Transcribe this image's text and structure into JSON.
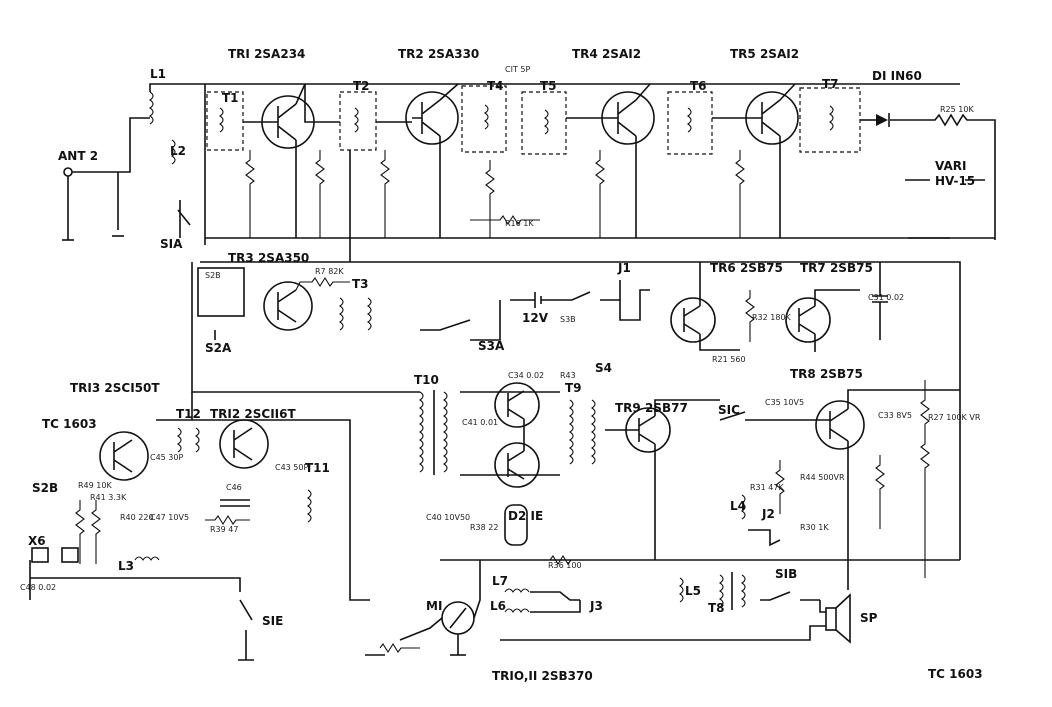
{
  "transistors": {
    "tr1": "TRI 2SA234",
    "tr2": "TR2 2SA330",
    "tr4": "TR4 2SAI2",
    "tr5": "TR5 2SAI2",
    "tr3": "TR3 2SA350",
    "tr6": "TR6 2SB75",
    "tr7": "TR7 2SB75",
    "tr13": "TRI3 2SCI50T",
    "tr12": "TRI2 2SCII6T",
    "tr9": "TR9 2SB77",
    "tr8": "TR8 2SB75",
    "tr10_11": "TRIO,II 2SB370"
  },
  "transformers": {
    "t1": "T1",
    "t2": "T2",
    "t4": "T4",
    "t5": "T5",
    "t6": "T6",
    "t7": "T7",
    "t3": "T3",
    "t10": "T10",
    "t8": "T8",
    "t9": "T9",
    "t11": "T11",
    "t12": "T12"
  },
  "components": {
    "diode": "DI IN60",
    "r25": "R25 10K",
    "vari": "VARI",
    "hv": "HV-15",
    "ant": "ANT 2",
    "l1": "L1",
    "l2": "L2",
    "l3": "L3",
    "l4": "L4",
    "l5": "L5",
    "l6": "L6",
    "l7": "L7",
    "c_cit": "CIT 5P",
    "tc1603_left": "TC 1603",
    "tc1603_right": "TC 1603",
    "r7": "R7 82K",
    "battery": "12V",
    "s2b_top": "S2B",
    "s3a": "S3A",
    "s2a": "S2A",
    "s1a": "SIA",
    "s1e": "SIE",
    "s1b": "SIB",
    "s1c": "SIC",
    "s2b_left": "S2B",
    "s4": "S4",
    "j1": "J1",
    "j2": "J2",
    "j3": "J3",
    "m1": "MI",
    "sp": "SP",
    "r43": "R43",
    "c34": "C34 0.02",
    "c35": "C35 10V5",
    "c33": "C33 8V5",
    "r27": "R27 100K VR",
    "c31": "C31 0.02",
    "r21": "R21 560",
    "r32": "R32 180K",
    "r44": "R44 500VR",
    "r31": "R31 47K",
    "r30": "R30 1K",
    "r36": "R36 100",
    "r39": "R39 47",
    "c46": "C46",
    "x6": "X6",
    "c48": "C48 0.02",
    "r49": "R49 10K",
    "r41": "R41 3.3K",
    "r40": "R40 220",
    "c47": "C47 10V5",
    "c45": "C45 30P",
    "c43": "C43 50P",
    "r38": "R38 22",
    "d2": "D2 IE",
    "c41": "C41 0.01",
    "c40": "C40 10V50",
    "r16": "R16 1K"
  }
}
